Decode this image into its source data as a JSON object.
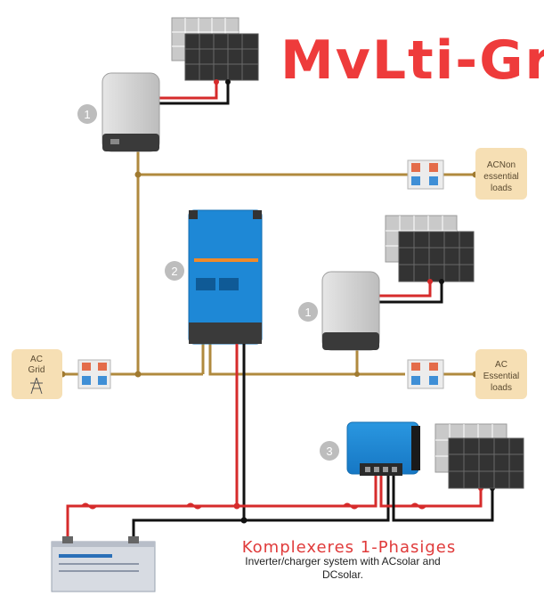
{
  "title": "MvLti-Grid",
  "subtitle_handwritten": "Komplexeres 1-Phasiges",
  "caption": {
    "line1": "Inverter/charger system with ACsolar and",
    "line2": "DCsolar."
  },
  "badges": {
    "pv_inverter_top": "1",
    "multi": "2",
    "pv_inverter_mid": "1",
    "mppt": "3"
  },
  "boxes": {
    "ac_non_essential": [
      "ACNon",
      "essential",
      "loads"
    ],
    "ac_essential": [
      "AC",
      "Essential",
      "loads"
    ],
    "ac_grid": [
      "AC",
      "Grid"
    ]
  },
  "colors": {
    "ac_wire": "#b08a3e",
    "dc_positive": "#d62b2b",
    "dc_negative": "#111111",
    "inverter_blue": "#1e88d6",
    "load_box": "#f6dfb4",
    "title_red": "#ee3b3b",
    "badge_grey": "#bdbdbd"
  }
}
